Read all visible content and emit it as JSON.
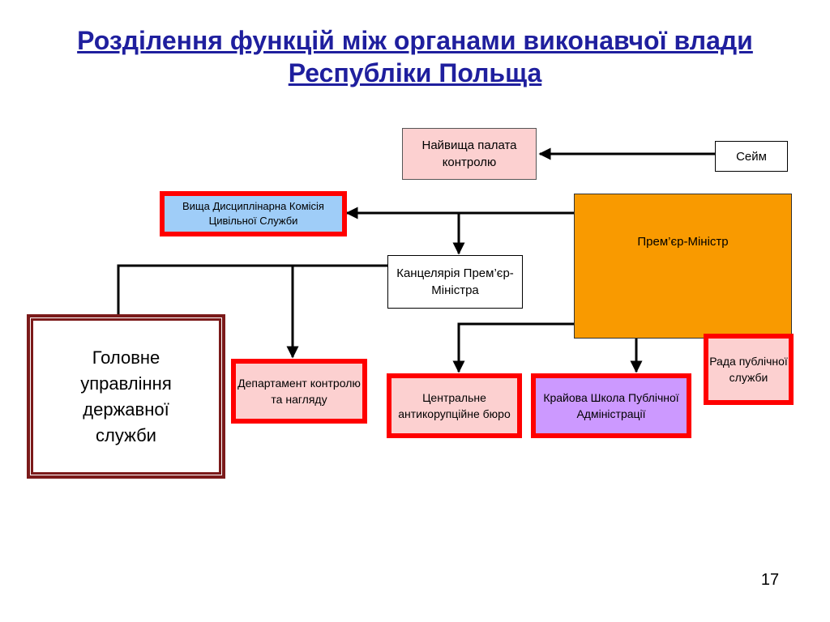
{
  "slide": {
    "title_line1": "Розділення функцій між органами виконавчої влади",
    "title_line2": "Республіки Польща",
    "page_number": "17"
  },
  "nodes": {
    "nik": "Найвища палата контролю",
    "sejm": "Сейм",
    "vdk": "Вища Дисциплінарна Комісія Цивільної Служби",
    "pm": "Прем’єр-Міністр",
    "kprm": "Канцелярія Прем’єр-Міністра",
    "council": "Рада публічної служби",
    "main_office": "Головне управління державної служби",
    "dept": "Департамент контролю та нагляду",
    "cba": "Центральне антикорупційне бюро",
    "school": "Крайова Школа Публічної Адміністрації"
  },
  "colors": {
    "title": "#1f1f9e",
    "pink_fill": "#fcd0d0",
    "light_blue_fill": "#9fcdf8",
    "orange_fill": "#f99a00",
    "lavender_fill": "#cc99ff",
    "red_border": "#ff0000",
    "dark_red_border": "#7b1a1a",
    "line": "#000000"
  }
}
